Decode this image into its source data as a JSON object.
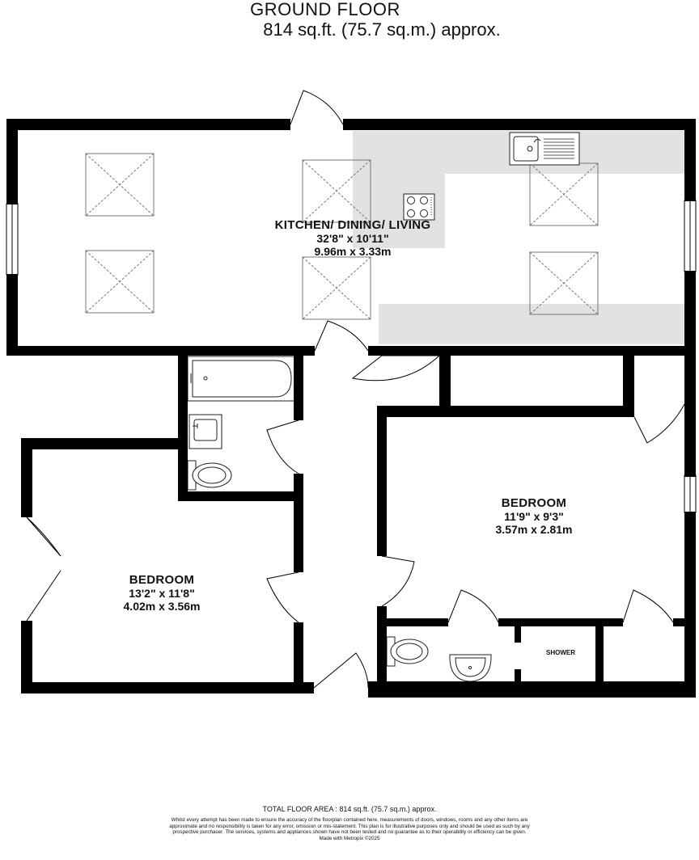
{
  "header": {
    "title": "GROUND FLOOR",
    "subtitle": "814 sq.ft. (75.7 sq.m.) approx."
  },
  "rooms": {
    "kitchen": {
      "name": "KITCHEN/ DINING/ LIVING",
      "imperial": "32'8\"  x 10'11\"",
      "metric": "9.96m  x 3.33m"
    },
    "bedroom_right": {
      "name": "BEDROOM",
      "imperial": "11'9\"  x 9'3\"",
      "metric": "3.57m  x 2.81m"
    },
    "bedroom_left": {
      "name": "BEDROOM",
      "imperial": "13'2\"  x 11'8\"",
      "metric": "4.02m  x 3.56m"
    },
    "shower": {
      "name": "SHOWER"
    }
  },
  "footer": {
    "total": "TOTAL FLOOR AREA : 814 sq.ft. (75.7 sq.m.) approx.",
    "disclaimer": "Whilst every attempt has been made to ensure the accuracy of the floorplan contained here, measurements of doors, windows, rooms and any other items are approximate and no responsibility is taken for any error, omission or mis-statement. This plan is for illustrative purposes only and should be used as such by any prospective purchaser. The services, systems and appliances shown have not been tested and no guarantee as to their operability or efficiency can be given.",
    "made_with": "Made with Metropix ©2025"
  },
  "colors": {
    "wall": "#000000",
    "kitchen_worktop": "#e2e2e2",
    "fixture_line": "#222222",
    "skylight_line": "#777777"
  }
}
